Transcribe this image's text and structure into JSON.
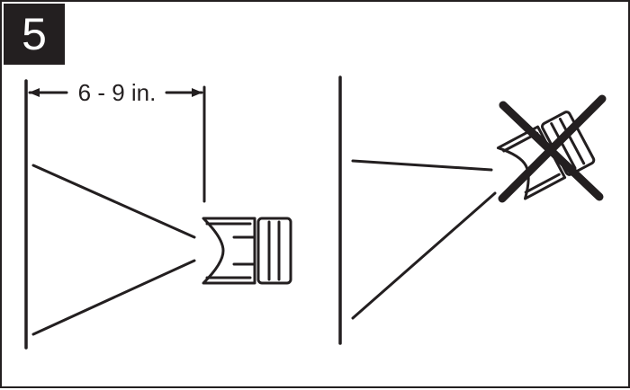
{
  "step": {
    "number": "5"
  },
  "distance": {
    "label": "6 - 9 in."
  },
  "colors": {
    "ink": "#231f20",
    "paper": "#ffffff"
  },
  "panels": [
    {
      "name": "correct-technique",
      "icon": "spray-gun-upright-icon"
    },
    {
      "name": "incorrect-technique",
      "icon": "spray-gun-tilted-crossed-out-icon"
    }
  ]
}
